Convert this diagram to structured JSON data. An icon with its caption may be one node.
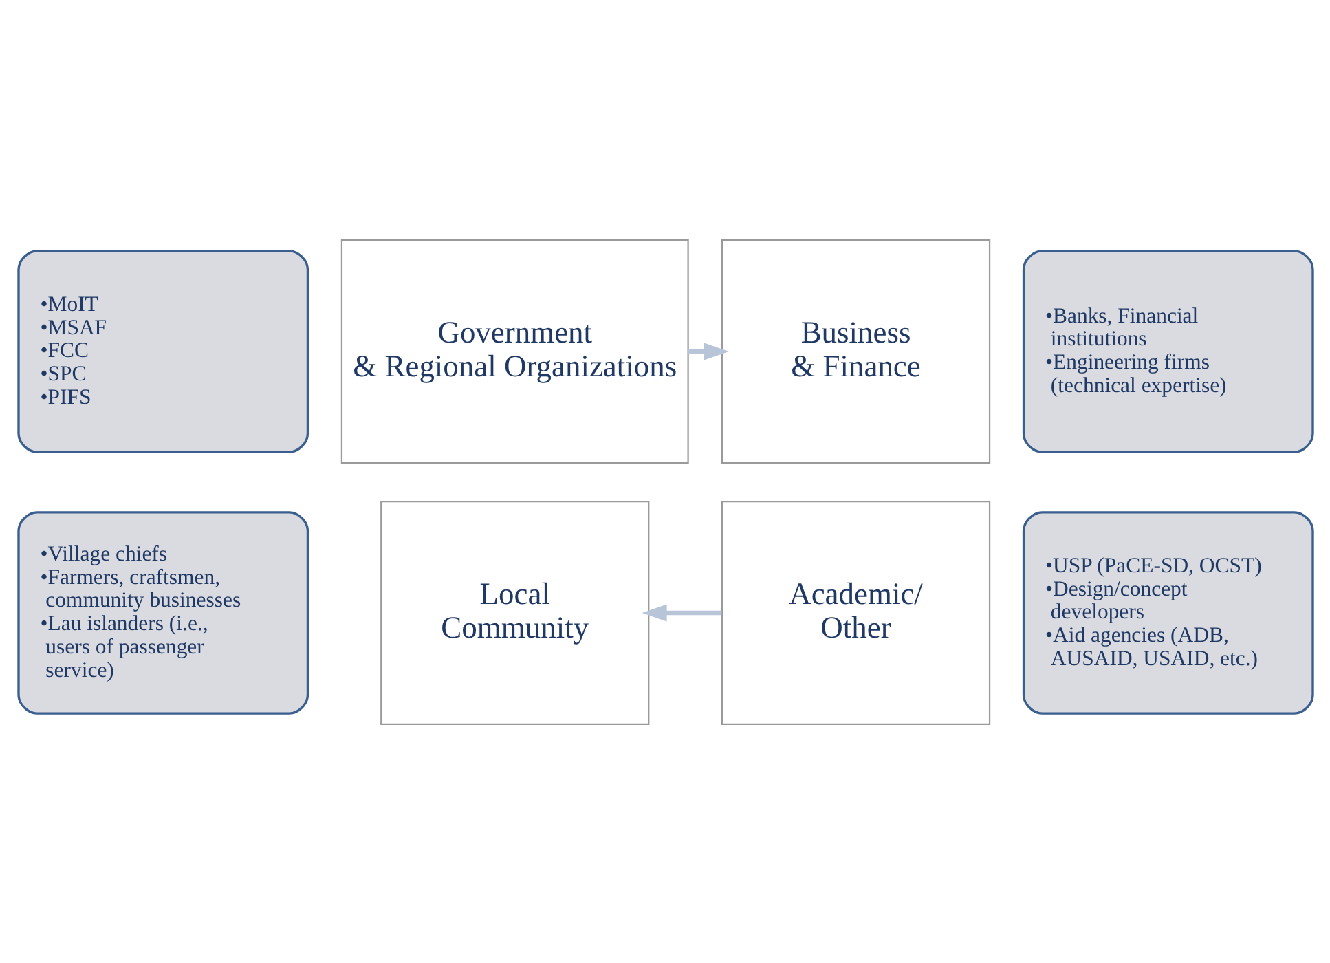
{
  "diagram": {
    "nodes": [
      {
        "text": [
          "•MoIT",
          "•MSAF",
          "•FCC",
          "•SPC",
          "•PIFS"
        ]
      },
      {
        "text": [
          "•Banks, Financial institutions",
          "•Engineering firms (technical expertise)"
        ]
      },
      {
        "text": [
          "Government & Regional Organizations"
        ]
      },
      {
        "text": [
          "Business & Finance"
        ]
      },
      {
        "text": [
          "Local Community"
        ]
      },
      {
        "text": [
          "Academic/ Other"
        ]
      },
      {
        "text": [
          "•Village chiefs",
          "•Farmers, craftsmen, community businesses",
          "•Lau islanders (i.e., users of passenger service)"
        ]
      },
      {
        "text": [
          "•USP (PaCE-SD, OCST)",
          "•Design/concept developers",
          "•Aid agencies (ADB, AUSAID, USAID, etc.)"
        ]
      }
    ],
    "edges": [
      {
        "from": 2,
        "to": 3,
        "arrow": "to"
      },
      {
        "from": 5,
        "to": 4,
        "arrow": "to"
      }
    ]
  }
}
